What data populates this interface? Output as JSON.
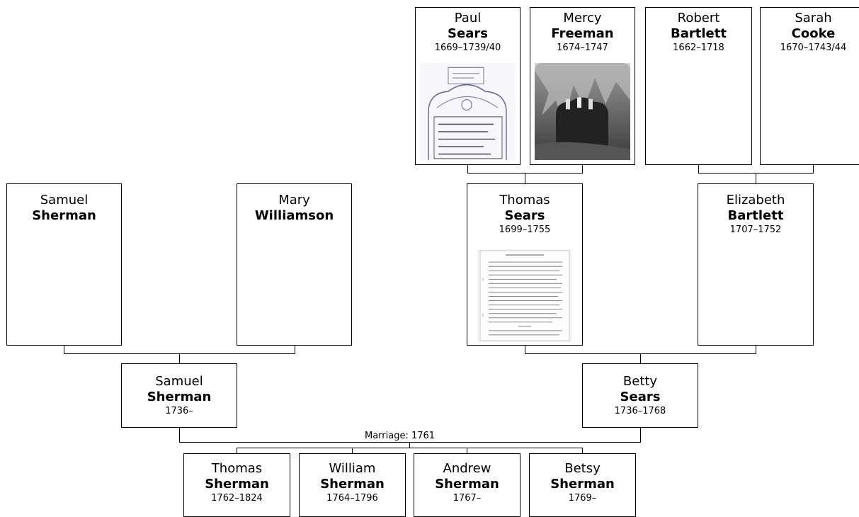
{
  "people": {
    "paul_sears": {
      "given": "Paul",
      "surname": "Sears",
      "dates": "1669–1739/40"
    },
    "mercy_freeman": {
      "given": "Mercy",
      "surname": "Freeman",
      "dates": "1674–1747"
    },
    "robert_bartlett": {
      "given": "Robert",
      "surname": "Bartlett",
      "dates": "1662–1718"
    },
    "sarah_cooke": {
      "given": "Sarah",
      "surname": "Cooke",
      "dates": "1670–1743/44"
    },
    "samuel_sherman_sr": {
      "given": "Samuel",
      "surname": "Sherman",
      "dates": ""
    },
    "mary_williamson": {
      "given": "Mary",
      "surname": "Williamson",
      "dates": ""
    },
    "thomas_sears": {
      "given": "Thomas",
      "surname": "Sears",
      "dates": "1699–1755"
    },
    "elizabeth_bartlett": {
      "given": "Elizabeth",
      "surname": "Bartlett",
      "dates": "1707–1752"
    },
    "samuel_sherman": {
      "given": "Samuel",
      "surname": "Sherman",
      "dates": "1736–"
    },
    "betty_sears": {
      "given": "Betty",
      "surname": "Sears",
      "dates": "1736–1768"
    },
    "thomas_sherman": {
      "given": "Thomas",
      "surname": "Sherman",
      "dates": "1762–1824"
    },
    "william_sherman": {
      "given": "William",
      "surname": "Sherman",
      "dates": "1764–1796"
    },
    "andrew_sherman": {
      "given": "Andrew",
      "surname": "Sherman",
      "dates": "1767–"
    },
    "betsy_sherman": {
      "given": "Betsy",
      "surname": "Sherman",
      "dates": "1769–"
    }
  },
  "marriage_label": "Marriage: 1761"
}
